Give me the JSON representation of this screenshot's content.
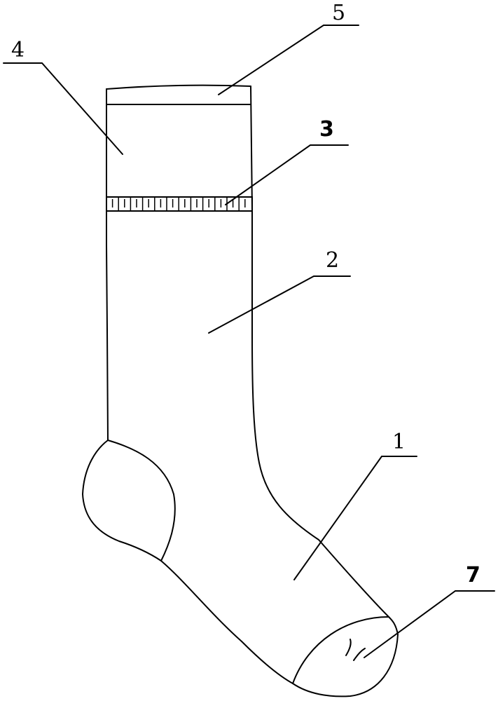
{
  "callouts": [
    {
      "id": "5",
      "label": "5"
    },
    {
      "id": "4",
      "label": "4"
    },
    {
      "id": "3",
      "label": "3"
    },
    {
      "id": "2",
      "label": "2"
    },
    {
      "id": "1",
      "label": "1"
    },
    {
      "id": "7",
      "label": "7"
    }
  ]
}
